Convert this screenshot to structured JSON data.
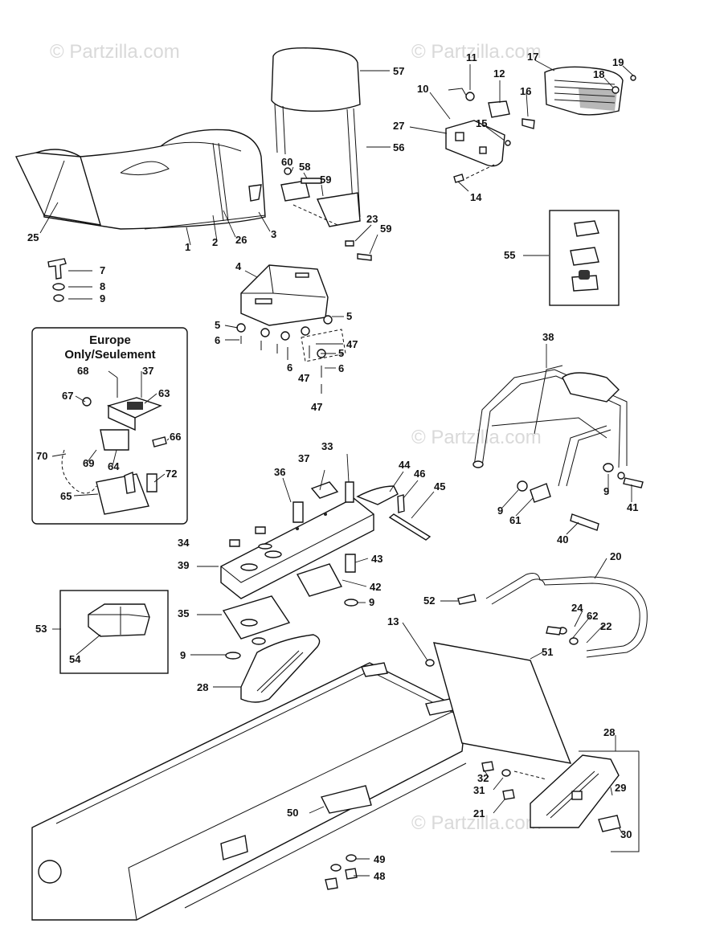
{
  "watermark": "© Partzilla.com",
  "europe_box": {
    "line1": "Europe",
    "line2": "Only/Seulement"
  },
  "callouts": {
    "c1": "1",
    "c2": "2",
    "c3": "3",
    "c4": "4",
    "c5": "5",
    "c6": "6",
    "c7": "7",
    "c8": "8",
    "c9": "9",
    "c10": "10",
    "c11": "11",
    "c12": "12",
    "c13": "13",
    "c14": "14",
    "c15": "15",
    "c16": "16",
    "c17": "17",
    "c18": "18",
    "c19": "19",
    "c20": "20",
    "c21": "21",
    "c22": "22",
    "c23": "23",
    "c24": "24",
    "c25": "25",
    "c26": "26",
    "c27": "27",
    "c28": "28",
    "c29": "29",
    "c30": "30",
    "c31": "31",
    "c32": "32",
    "c33": "33",
    "c34": "34",
    "c35": "35",
    "c36": "36",
    "c37": "37",
    "c38": "38",
    "c39": "39",
    "c40": "40",
    "c41": "41",
    "c42": "42",
    "c43": "43",
    "c44": "44",
    "c45": "45",
    "c46": "46",
    "c47": "47",
    "c48": "48",
    "c49": "49",
    "c50": "50",
    "c51": "51",
    "c52": "52",
    "c53": "53",
    "c54": "54",
    "c55": "55",
    "c56": "56",
    "c57": "57",
    "c58": "58",
    "c59": "59",
    "c60": "60",
    "c61": "61",
    "c62": "62",
    "c63": "63",
    "c64": "64",
    "c65": "65",
    "c66": "66",
    "c67": "67",
    "c68": "68",
    "c69": "69",
    "c70": "70",
    "c72": "72"
  }
}
